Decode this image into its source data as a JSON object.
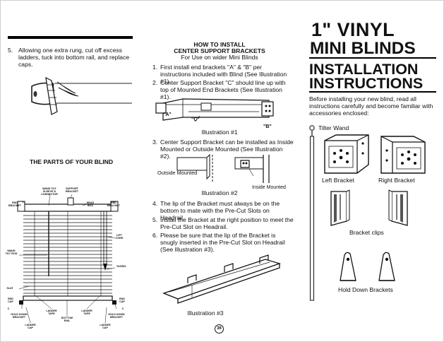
{
  "left": {
    "step5": {
      "number": "5.",
      "text": "Allowing one extra rung, cut off excess ladders, tuck into bottom rail, and replace caps."
    },
    "parts_title": "THE PARTS OF YOUR BLIND",
    "labels": {
      "support_bracket": "SUPPORT BRACKET",
      "wand_tilt_sleeve": "WAND TILT SLEEVE & CONNECTOR",
      "end_bracket_l": "END BRACKET",
      "head_box": "HEAD BOX",
      "end_bracket_r": "END BRACKET",
      "lift_cord": "LIFT CORD",
      "wand_tilt_rod": "WAND TILT ROD",
      "tassel": "TASSEL",
      "slat": "SLAT",
      "end_cap_l": "END CAP",
      "end_cap_r": "END CAP",
      "hold_down_l": "HOLD DOWN BRACKET",
      "ladder_tape_l": "LADDER TAPE",
      "bottom_rail": "BOTTOM RAIL",
      "ladder_tape_r": "LADDER TAPE",
      "hold_down_r": "HOLD DOWN BRACKET",
      "ladder_cap_l": "LADDER CAP",
      "ladder_cap_r": "LADDER CAP",
      "c1": "C",
      "c2": "C"
    }
  },
  "middle": {
    "title": "HOW TO INSTALL",
    "subtitle": "CENTER SUPPORT BRACKETS",
    "subnote": "For Use on wider Mini Blinds",
    "steps": [
      {
        "n": "1.",
        "text": "First install end brackets \"A\" & \"B\" per instructions included with Blind (See Illustration #1)."
      },
      {
        "n": "2.",
        "text": "Center Support Bracket \"C\" should line up with top of Mounted End Brackets (See Illustration #1)."
      },
      {
        "n": "3.",
        "text": "Center Support Bracket can be installed as Inside Mounted or Outside Mounted (See Illustration #2)."
      },
      {
        "n": "4.",
        "text": "The lip of the Bracket must always be on the bottom to mate with the Pre-Cut Slots on Headrail."
      },
      {
        "n": "5.",
        "text": "Install the Bracket at the right position to meet the Pre-Cut Slot on Headrail."
      },
      {
        "n": "6.",
        "text": "Please be sure that the lip of the Bracket is snugly inserted in the Pre-Cut Slot on Headrail (See Illustration #3)."
      }
    ],
    "ill1": {
      "caption": "Illustration #1",
      "a": "\"A\"",
      "b": "\"B\"",
      "c": "\"C\""
    },
    "ill2": {
      "caption": "Illustration #2",
      "outside": "Outside Mounted",
      "inside": "Inside Mounted"
    },
    "ill3": {
      "caption": "Illustration #3"
    },
    "page_number": "36"
  },
  "right": {
    "title_line1": "1\" VINYL",
    "title_line2": "MINI BLINDS",
    "heading_line1": "INSTALLATION",
    "heading_line2": "INSTRUCTIONS",
    "intro": "Before installing your new blind, read all instructions carefully and become familiar with accessories enclosed:",
    "tilter_wand": "Tilter Wand",
    "left_bracket": "Left Bracket",
    "right_bracket": "Right Bracket",
    "bracket_clips": "Bracket clips",
    "hold_down_brackets": "Hold Down Brackets"
  }
}
